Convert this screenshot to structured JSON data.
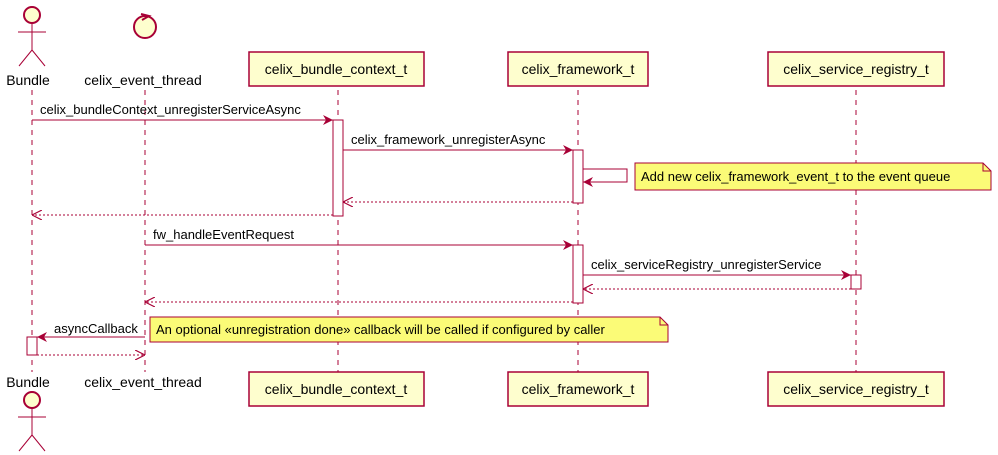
{
  "colors": {
    "line": "#a80036",
    "participant_fill": "#fefece",
    "note_fill": "#fbfb77",
    "background": "#ffffff"
  },
  "participants": {
    "bundle": {
      "label": "Bundle",
      "shape": "actor"
    },
    "event_thread": {
      "label": "celix_event_thread",
      "shape": "control"
    },
    "bundle_context": {
      "label": "celix_bundle_context_t",
      "shape": "participant"
    },
    "framework": {
      "label": "celix_framework_t",
      "shape": "participant"
    },
    "service_registry": {
      "label": "celix_service_registry_t",
      "shape": "participant"
    }
  },
  "messages": {
    "m1": "celix_bundleContext_unregisterServiceAsync",
    "m2": "celix_framework_unregisterAsync",
    "m3": "fw_handleEventRequest",
    "m4": "celix_serviceRegistry_unregisterService",
    "m5": "asyncCallback"
  },
  "notes": {
    "n1": "Add new celix_framework_event_t to the event queue",
    "n2": "An optional «unregistration done» callback will be called if configured by caller"
  }
}
